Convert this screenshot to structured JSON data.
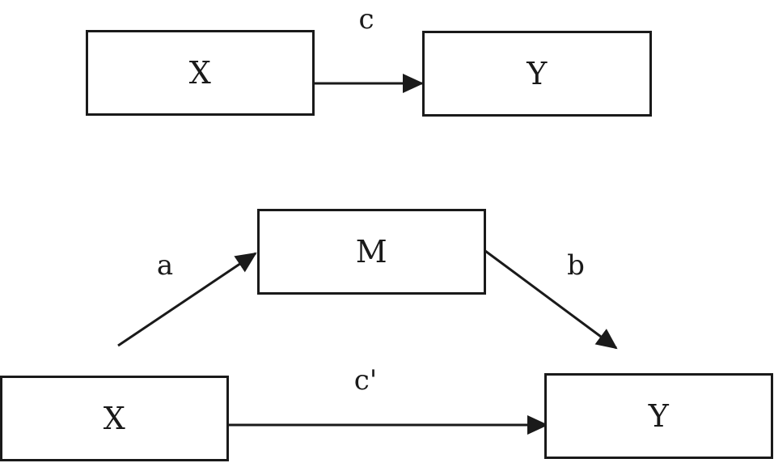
{
  "total_effect_model": {
    "x_node": "X",
    "y_node": "Y",
    "path_c": "c"
  },
  "mediation_model": {
    "x_node": "X",
    "m_node": "M",
    "y_node": "Y",
    "path_a": "a",
    "path_b": "b",
    "path_c_prime": "c'"
  }
}
